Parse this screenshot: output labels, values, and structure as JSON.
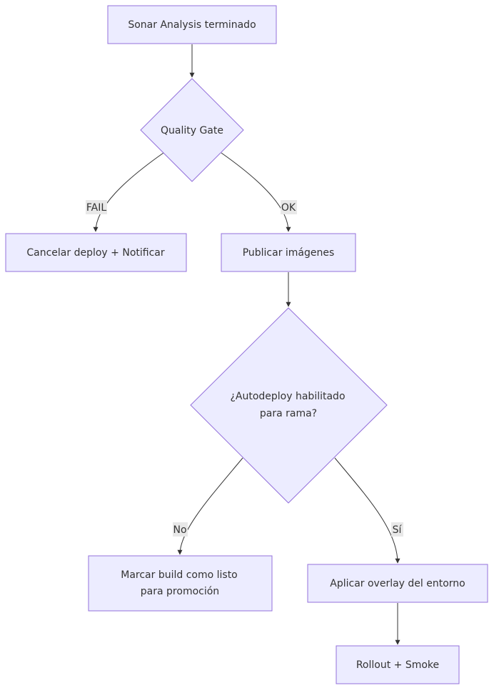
{
  "nodes": {
    "sonar": "Sonar Analysis terminado",
    "quality_gate": "Quality Gate",
    "cancel": "Cancelar deploy + Notificar",
    "publish": "Publicar imágenes",
    "autodeploy_line1": "¿Autodeploy habilitado",
    "autodeploy_line2": "para rama?",
    "mark_line1": "Marcar build como listo",
    "mark_line2": "para promoción",
    "overlay": "Aplicar overlay del entorno",
    "rollout": "Rollout + Smoke"
  },
  "edges": {
    "fail": "FAIL",
    "ok": "OK",
    "no": "No",
    "si": "Sí"
  }
}
